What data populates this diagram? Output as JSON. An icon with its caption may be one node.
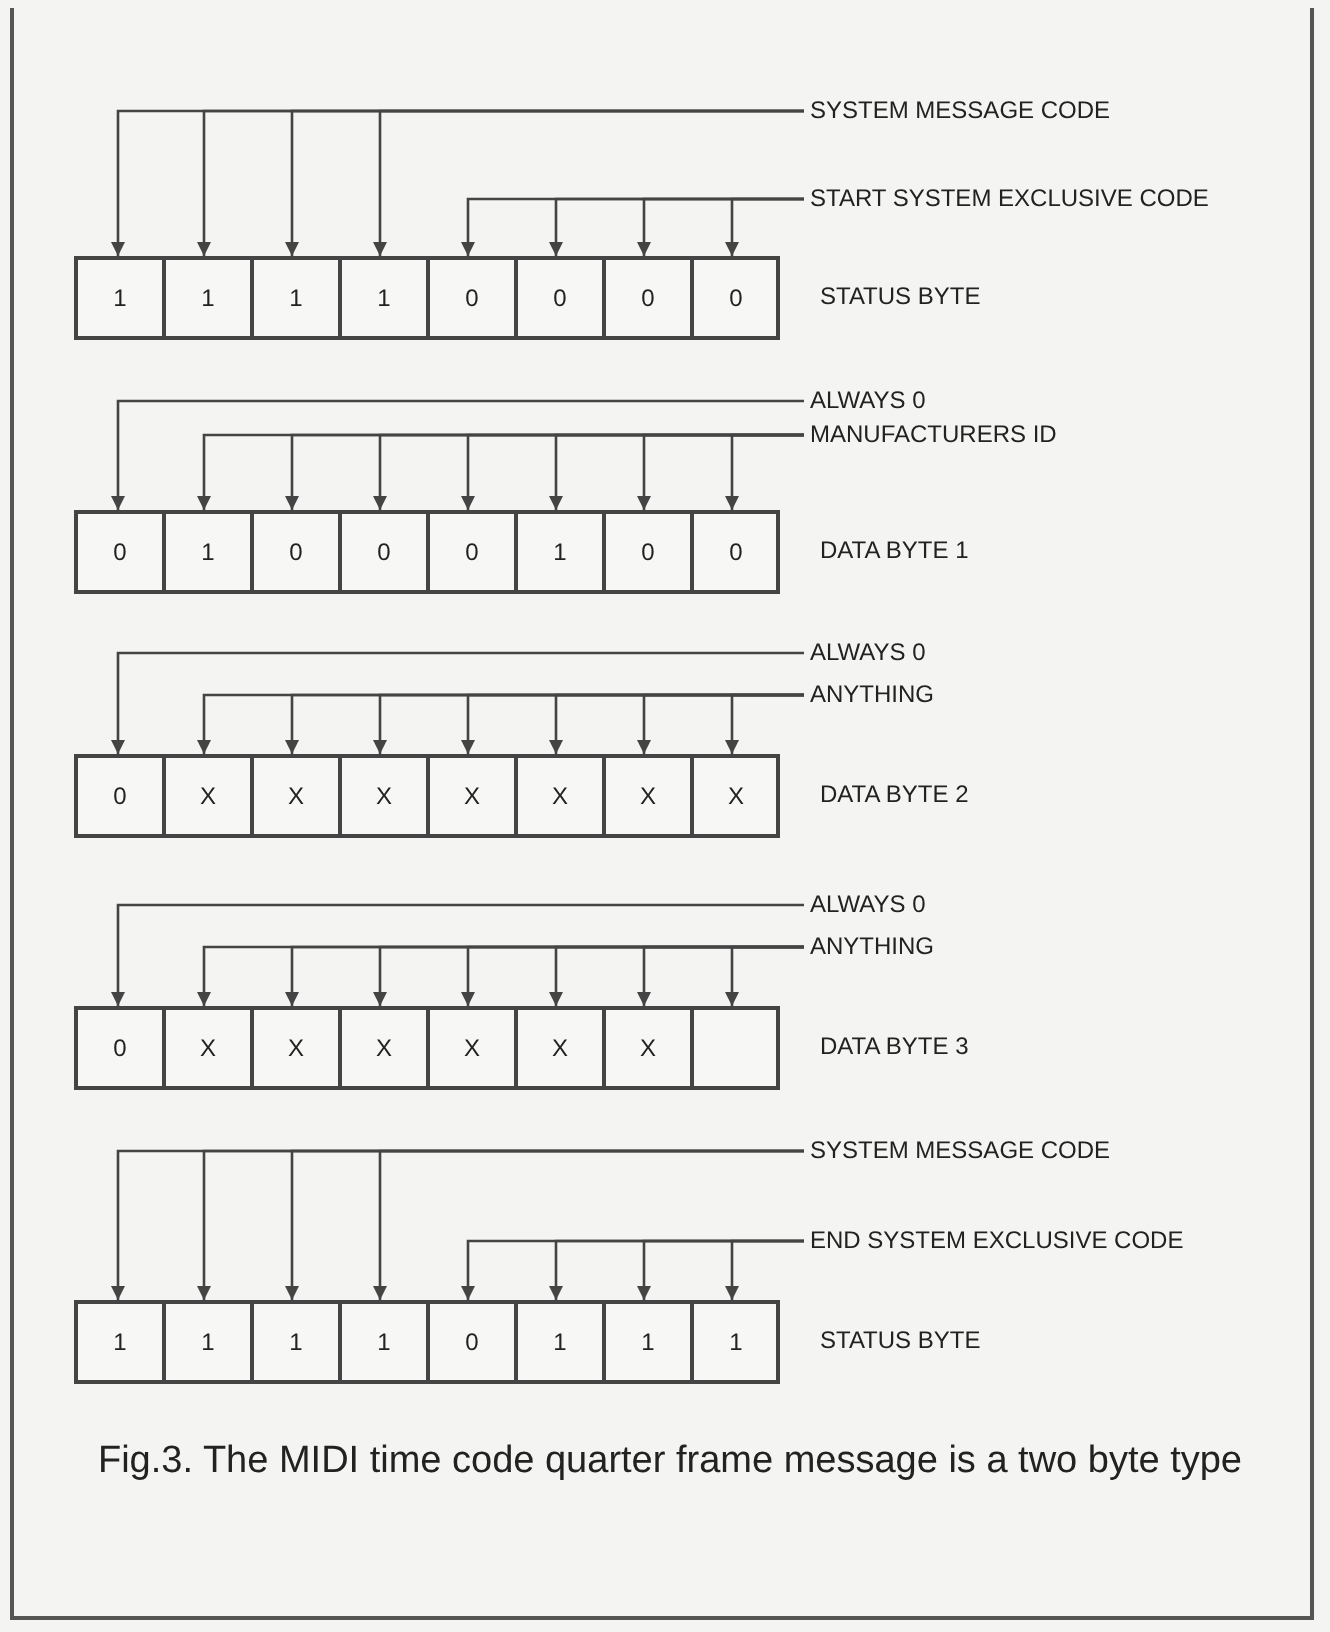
{
  "diagram": {
    "caption": "Fig.3. The MIDI time code quarter frame message is a two byte type",
    "nodes": [
      {
        "text": [
          "SYSTEM MESSAGE CODE"
        ]
      },
      {
        "text": [
          "START SYSTEM EXCLUSIVE CODE"
        ]
      },
      {
        "text": [],
        "shape": "box",
        "beside": [
          "STATUS BYTE"
        ]
      },
      {
        "text": [
          "1"
        ],
        "in": 2
      },
      {
        "text": [
          "1"
        ],
        "in": 2
      },
      {
        "text": [
          "1"
        ],
        "in": 2
      },
      {
        "text": [
          "1"
        ],
        "in": 2
      },
      {
        "text": [
          "0"
        ],
        "in": 2
      },
      {
        "text": [
          "0"
        ],
        "in": 2
      },
      {
        "text": [
          "0"
        ],
        "in": 2
      },
      {
        "text": [
          "0"
        ],
        "in": 2
      },
      {
        "text": [
          "ALWAYS 0"
        ]
      },
      {
        "text": [
          "MANUFACTURERS ID"
        ]
      },
      {
        "text": [],
        "shape": "box",
        "beside": [
          "DATA BYTE 1"
        ]
      },
      {
        "text": [
          "0"
        ],
        "in": 13
      },
      {
        "text": [
          "1"
        ],
        "in": 13
      },
      {
        "text": [
          "0"
        ],
        "in": 13
      },
      {
        "text": [
          "0"
        ],
        "in": 13
      },
      {
        "text": [
          "0"
        ],
        "in": 13
      },
      {
        "text": [
          "1"
        ],
        "in": 13
      },
      {
        "text": [
          "0"
        ],
        "in": 13
      },
      {
        "text": [
          "0"
        ],
        "in": 13
      },
      {
        "text": [
          "ALWAYS 0"
        ]
      },
      {
        "text": [
          "ANYTHING"
        ]
      },
      {
        "text": [],
        "shape": "box",
        "beside": [
          "DATA BYTE 2"
        ]
      },
      {
        "text": [
          "0"
        ],
        "in": 24
      },
      {
        "text": [
          "X"
        ],
        "in": 24
      },
      {
        "text": [
          "X"
        ],
        "in": 24
      },
      {
        "text": [
          "X"
        ],
        "in": 24
      },
      {
        "text": [
          "X"
        ],
        "in": 24
      },
      {
        "text": [
          "X"
        ],
        "in": 24
      },
      {
        "text": [
          "X"
        ],
        "in": 24
      },
      {
        "text": [
          "X"
        ],
        "in": 24
      },
      {
        "text": [
          "ALWAYS 0"
        ]
      },
      {
        "text": [
          "ANYTHING"
        ]
      },
      {
        "text": [],
        "shape": "box",
        "beside": [
          "DATA BYTE 3"
        ]
      },
      {
        "text": [
          "0"
        ],
        "in": 35
      },
      {
        "text": [
          "X"
        ],
        "in": 35
      },
      {
        "text": [
          "X"
        ],
        "in": 35
      },
      {
        "text": [
          "X"
        ],
        "in": 35
      },
      {
        "text": [
          "X"
        ],
        "in": 35
      },
      {
        "text": [
          "X"
        ],
        "in": 35
      },
      {
        "text": [
          "X"
        ],
        "in": 35
      },
      {
        "text": [],
        "shape": "box",
        "in": 35
      },
      {
        "text": [
          "SYSTEM MESSAGE CODE"
        ]
      },
      {
        "text": [
          "END SYSTEM EXCLUSIVE CODE"
        ]
      },
      {
        "text": [],
        "shape": "box",
        "beside": [
          "STATUS BYTE"
        ]
      },
      {
        "text": [
          "1"
        ],
        "in": 46
      },
      {
        "text": [
          "1"
        ],
        "in": 46
      },
      {
        "text": [
          "1"
        ],
        "in": 46
      },
      {
        "text": [
          "1"
        ],
        "in": 46
      },
      {
        "text": [
          "0"
        ],
        "in": 46
      },
      {
        "text": [
          "1"
        ],
        "in": 46
      },
      {
        "text": [
          "1"
        ],
        "in": 46
      },
      {
        "text": [
          "1"
        ],
        "in": 46
      }
    ],
    "edges": [
      {
        "from": 0,
        "to": 3,
        "arrow": "to"
      },
      {
        "from": 0,
        "to": 4,
        "arrow": "to"
      },
      {
        "from": 0,
        "to": 5,
        "arrow": "to"
      },
      {
        "from": 0,
        "to": 6,
        "arrow": "to"
      },
      {
        "from": 1,
        "to": 7,
        "arrow": "to"
      },
      {
        "from": 1,
        "to": 8,
        "arrow": "to"
      },
      {
        "from": 1,
        "to": 9,
        "arrow": "to"
      },
      {
        "from": 1,
        "to": 10,
        "arrow": "to"
      },
      {
        "from": 11,
        "to": 14,
        "arrow": "to"
      },
      {
        "from": 12,
        "to": 15,
        "arrow": "to"
      },
      {
        "from": 12,
        "to": 16,
        "arrow": "to"
      },
      {
        "from": 12,
        "to": 17,
        "arrow": "to"
      },
      {
        "from": 12,
        "to": 18,
        "arrow": "to"
      },
      {
        "from": 12,
        "to": 19,
        "arrow": "to"
      },
      {
        "from": 12,
        "to": 20,
        "arrow": "to"
      },
      {
        "from": 12,
        "to": 21,
        "arrow": "to"
      },
      {
        "from": 22,
        "to": 25,
        "arrow": "to"
      },
      {
        "from": 23,
        "to": 26,
        "arrow": "to"
      },
      {
        "from": 23,
        "to": 27,
        "arrow": "to"
      },
      {
        "from": 23,
        "to": 28,
        "arrow": "to"
      },
      {
        "from": 23,
        "to": 29,
        "arrow": "to"
      },
      {
        "from": 23,
        "to": 30,
        "arrow": "to"
      },
      {
        "from": 23,
        "to": 31,
        "arrow": "to"
      },
      {
        "from": 23,
        "to": 32,
        "arrow": "to"
      },
      {
        "from": 33,
        "to": 36,
        "arrow": "to"
      },
      {
        "from": 34,
        "to": 37,
        "arrow": "to"
      },
      {
        "from": 34,
        "to": 38,
        "arrow": "to"
      },
      {
        "from": 34,
        "to": 39,
        "arrow": "to"
      },
      {
        "from": 34,
        "to": 40,
        "arrow": "to"
      },
      {
        "from": 34,
        "to": 41,
        "arrow": "to"
      },
      {
        "from": 34,
        "to": 42,
        "arrow": "to"
      },
      {
        "from": 34,
        "to": 43,
        "arrow": "to"
      },
      {
        "from": 44,
        "to": 47,
        "arrow": "to"
      },
      {
        "from": 44,
        "to": 48,
        "arrow": "to"
      },
      {
        "from": 44,
        "to": 49,
        "arrow": "to"
      },
      {
        "from": 44,
        "to": 50,
        "arrow": "to"
      },
      {
        "from": 45,
        "to": 51,
        "arrow": "to"
      },
      {
        "from": 45,
        "to": 52,
        "arrow": "to"
      },
      {
        "from": 45,
        "to": 53,
        "arrow": "to"
      },
      {
        "from": 45,
        "to": 54,
        "arrow": "to"
      }
    ]
  }
}
